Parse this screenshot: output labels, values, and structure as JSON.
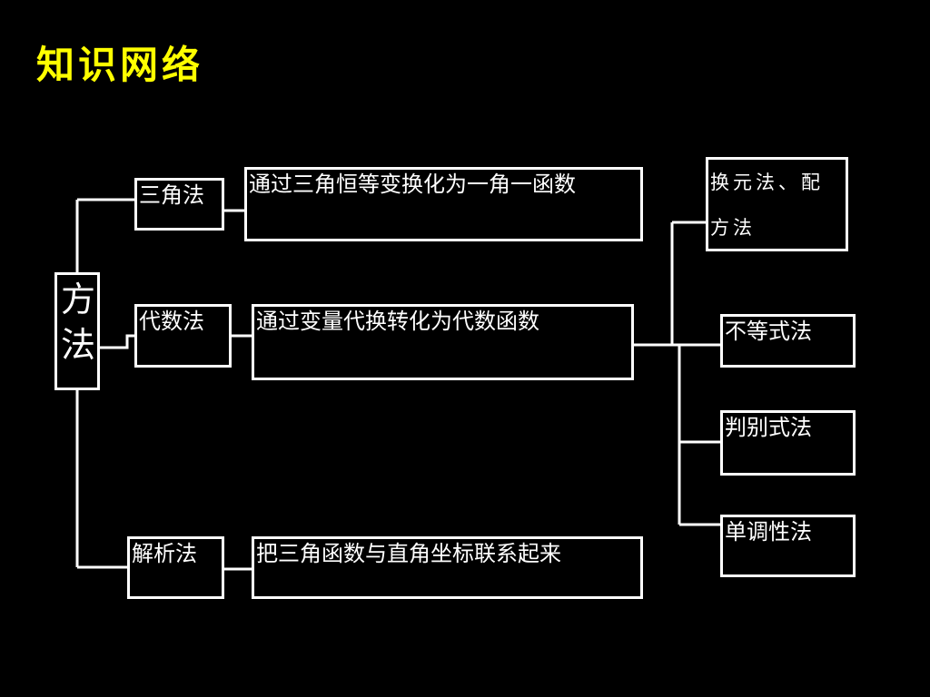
{
  "title": "知识网络",
  "root": {
    "char_1": "方",
    "char_2": "法"
  },
  "methods": [
    {
      "name": "三角法",
      "description": "通过三角恒等变换化为一角一函数"
    },
    {
      "name": "代数法",
      "description": "通过变量代换转化为代数函数"
    },
    {
      "name": "解析法",
      "description": "把三角函数与直角坐标联系起来"
    }
  ],
  "algebraic_techniques": [
    "换元法、配方法",
    "不等式法",
    "判别式法",
    "单调性法"
  ],
  "colors": {
    "background": "#000000",
    "title": "#ffff00",
    "lines_and_text": "#ffffff"
  }
}
